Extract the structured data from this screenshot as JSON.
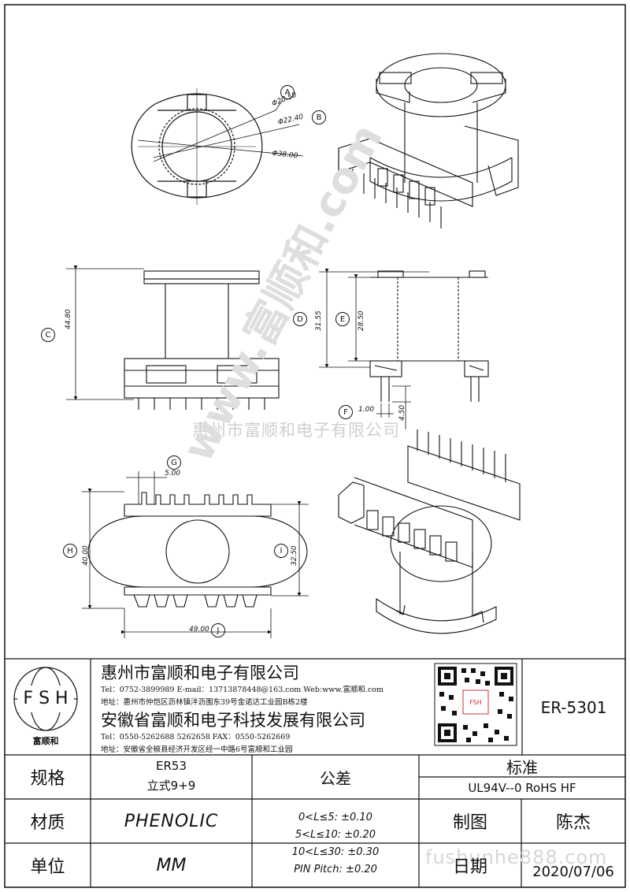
{
  "dims": {
    "phi_a": "Φ20.50",
    "phi_b": "Φ22.40",
    "phi_outer": "Φ38.00",
    "c": "44.80",
    "d": "31.55",
    "e": "28.50",
    "f1": "1.00",
    "f2": "4.50",
    "g": "5.00",
    "h": "40.00",
    "i": "32.50",
    "j": "49.00"
  },
  "labels": {
    "a": "A",
    "b": "B",
    "c": "C",
    "d": "D",
    "e": "E",
    "f": "F",
    "g": "G",
    "h": "H",
    "i": "I",
    "j": "J"
  },
  "watermark": {
    "company": "惠州市富顺和电子有限公司",
    "big": "www.富顺和.com",
    "url": "fushunhe888.com"
  },
  "logo": {
    "letters": "F S H",
    "caption": "富顺和"
  },
  "company1": {
    "name": "惠州市富顺和电子有限公司",
    "tel": "Tel：0752-3899989  E-mail：13713878448@163.com  Web:www.富顺和.com",
    "addr": "地址：惠州市仲恺区沥林镇泮沥围东39号金诺达工业园B栋2楼"
  },
  "company2": {
    "name": "安徽省富顺和电子科技发展有限公司",
    "tel": "Tel：0550-5262688  5262658     FAX：0550-5262669",
    "addr": "地址：安徽省全椒县经济开发区经一中路6号富顺和工业园"
  },
  "qr": {
    "text": "FSH"
  },
  "part_number": "ER-5301",
  "table": {
    "spec_label": "规格",
    "spec_line1": "ER53",
    "spec_line2": "立式9+9",
    "material_label": "材质",
    "material_value": "PHENOLIC",
    "unit_label": "单位",
    "unit_value": "MM",
    "tolerance_label": "公差",
    "tolerances": [
      "0<L≤5: ±0.10",
      "5<L≤10: ±0.20",
      "10<L≤30: ±0.30",
      "PIN Pitch: ±0.20"
    ],
    "standard_label": "标准",
    "standard_value": "UL94V--0  RoHS HF",
    "drawn_label": "制图",
    "drawn_value": "陈杰",
    "date_label": "日期",
    "date_value": "2020/07/06"
  }
}
